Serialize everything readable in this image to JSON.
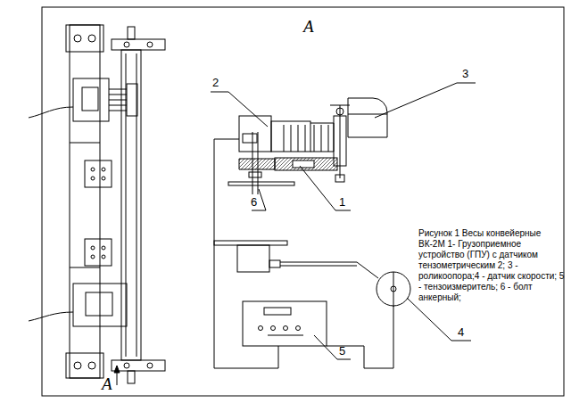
{
  "diagram": {
    "caption": "Рисунок 1 Весы конвейерные ВК-2М 1- Грузоприемное устройство (ГПУ) с датчиком тензометрическим 2; 3 - роликоопора;4 - датчик скорости; 5 - тензоизмеритель; 6 - болт анкерный;",
    "labels": [
      "А",
      "2",
      "3",
      "1",
      "6",
      "4",
      "5",
      "А"
    ]
  }
}
